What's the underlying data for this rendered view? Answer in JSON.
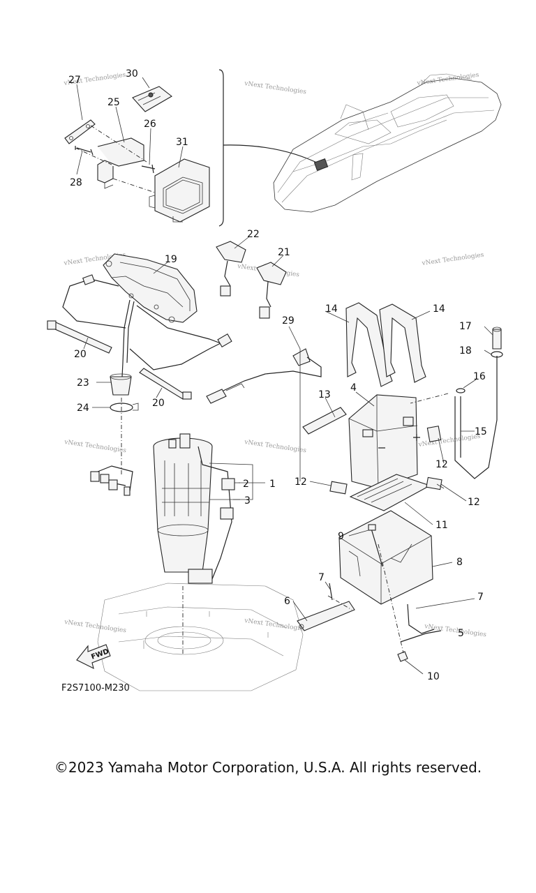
{
  "diagram": {
    "code": "F2S7100-M230",
    "fwd_label": "FWD",
    "watermark": "vNext Technologies",
    "callouts": [
      "1",
      "2",
      "3",
      "4",
      "5",
      "6",
      "7",
      "8",
      "9",
      "10",
      "11",
      "12",
      "13",
      "14",
      "15",
      "16",
      "17",
      "18",
      "19",
      "20",
      "21",
      "22",
      "23",
      "24",
      "25",
      "26",
      "27",
      "28",
      "29",
      "30",
      "31"
    ]
  },
  "footer": {
    "copyright": "©2023 Yamaha Motor Corporation, U.S.A. All rights reserved."
  }
}
